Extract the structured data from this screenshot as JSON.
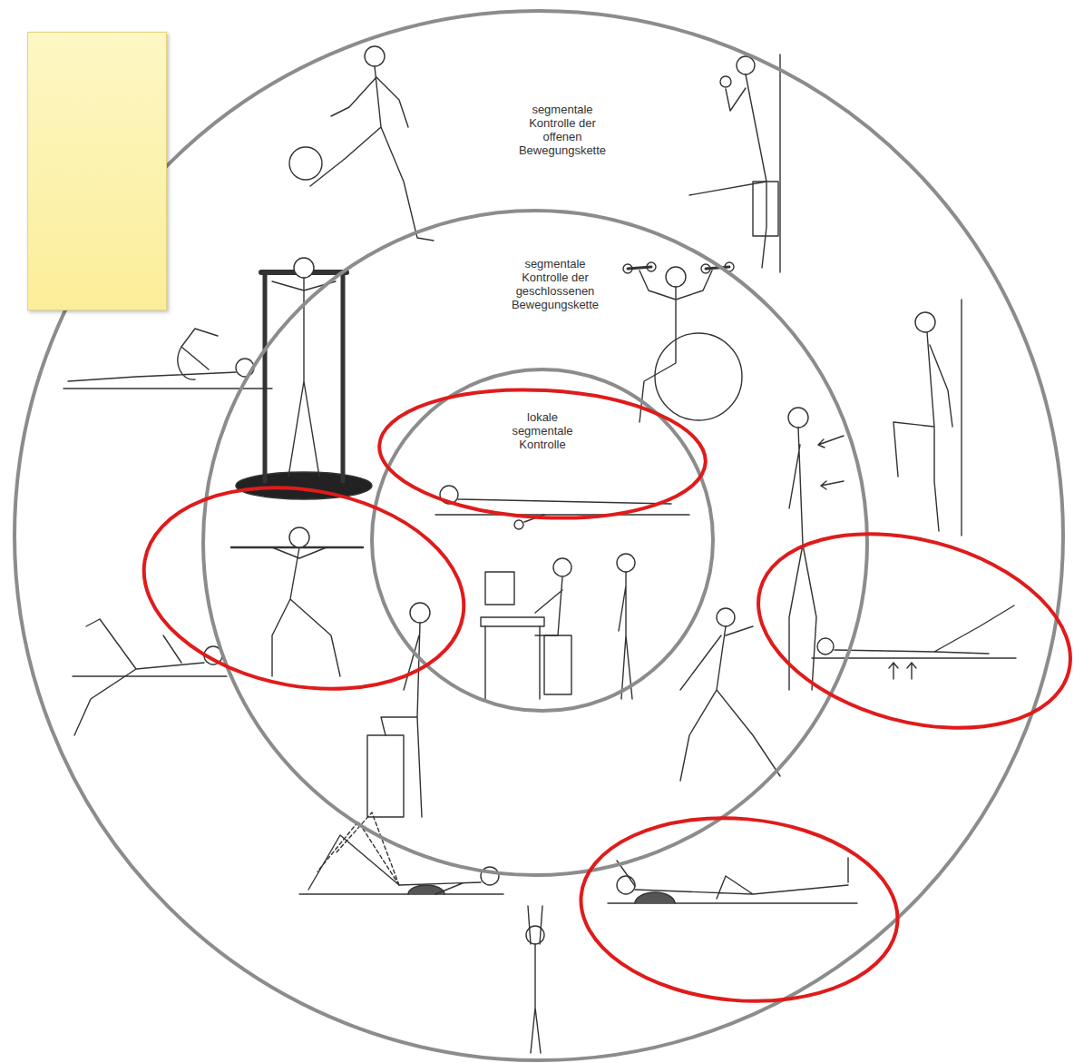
{
  "diagram": {
    "nodes": [
      {
        "text": [
          "segmentale Kontrolle der offenen Bewegungskette"
        ]
      },
      {
        "text": [
          "segmentale Kontrolle der geschlossenen Bewegungskette"
        ],
        "in": 0
      },
      {
        "text": [
          "lokale segmentale Kontrolle"
        ],
        "in": 1
      }
    ]
  }
}
